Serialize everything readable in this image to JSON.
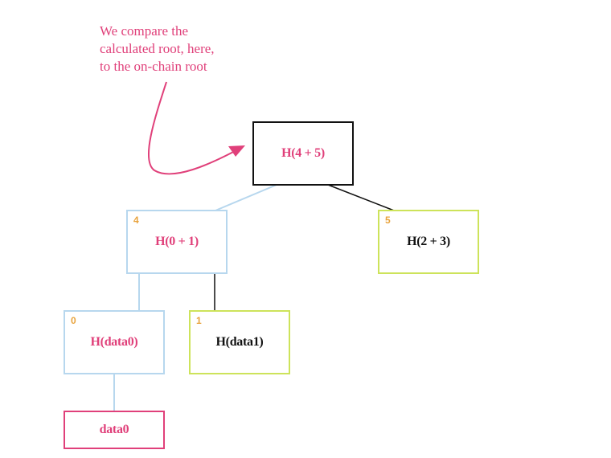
{
  "annotation": {
    "lines": [
      "We compare the",
      "calculated root, here,",
      "to the on-chain root"
    ]
  },
  "nodes": {
    "root": {
      "label": "H(4 + 5)"
    },
    "n4": {
      "index": "4",
      "label": "H(0 + 1)"
    },
    "n5": {
      "index": "5",
      "label": "H(2 + 3)"
    },
    "n0": {
      "index": "0",
      "label": "H(data0)"
    },
    "n1": {
      "index": "1",
      "label": "H(data1)"
    },
    "leaf": {
      "label": "data0"
    }
  },
  "colors": {
    "pink": "#e0407a",
    "orange": "#e8a33d",
    "light_blue": "#b7d7ee",
    "lime": "#cde35a",
    "black": "#111111"
  }
}
